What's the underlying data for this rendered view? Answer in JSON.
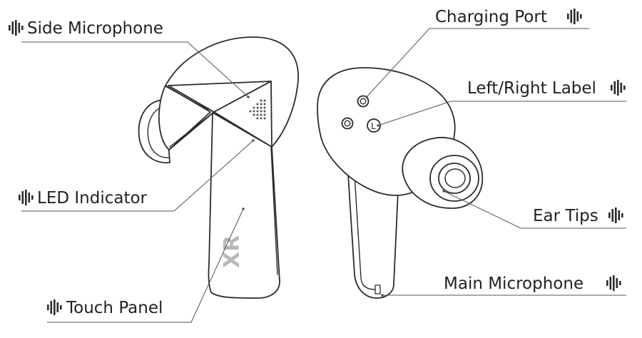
{
  "labels": {
    "side_microphone": "Side Microphone",
    "led_indicator": "LED Indicator",
    "touch_panel": "Touch Panel",
    "charging_port": "Charging Port",
    "left_right_label": "Left/Right Label",
    "ear_tips": "Ear Tips",
    "main_microphone": "Main Microphone"
  },
  "marks": {
    "left_label": "L",
    "brand_logo": "XR"
  },
  "icon": "sound-wave-icon",
  "colors": {
    "line": "#2b2b2b",
    "leader": "#555555",
    "text": "#222222",
    "logo": "#b8b8b8"
  }
}
